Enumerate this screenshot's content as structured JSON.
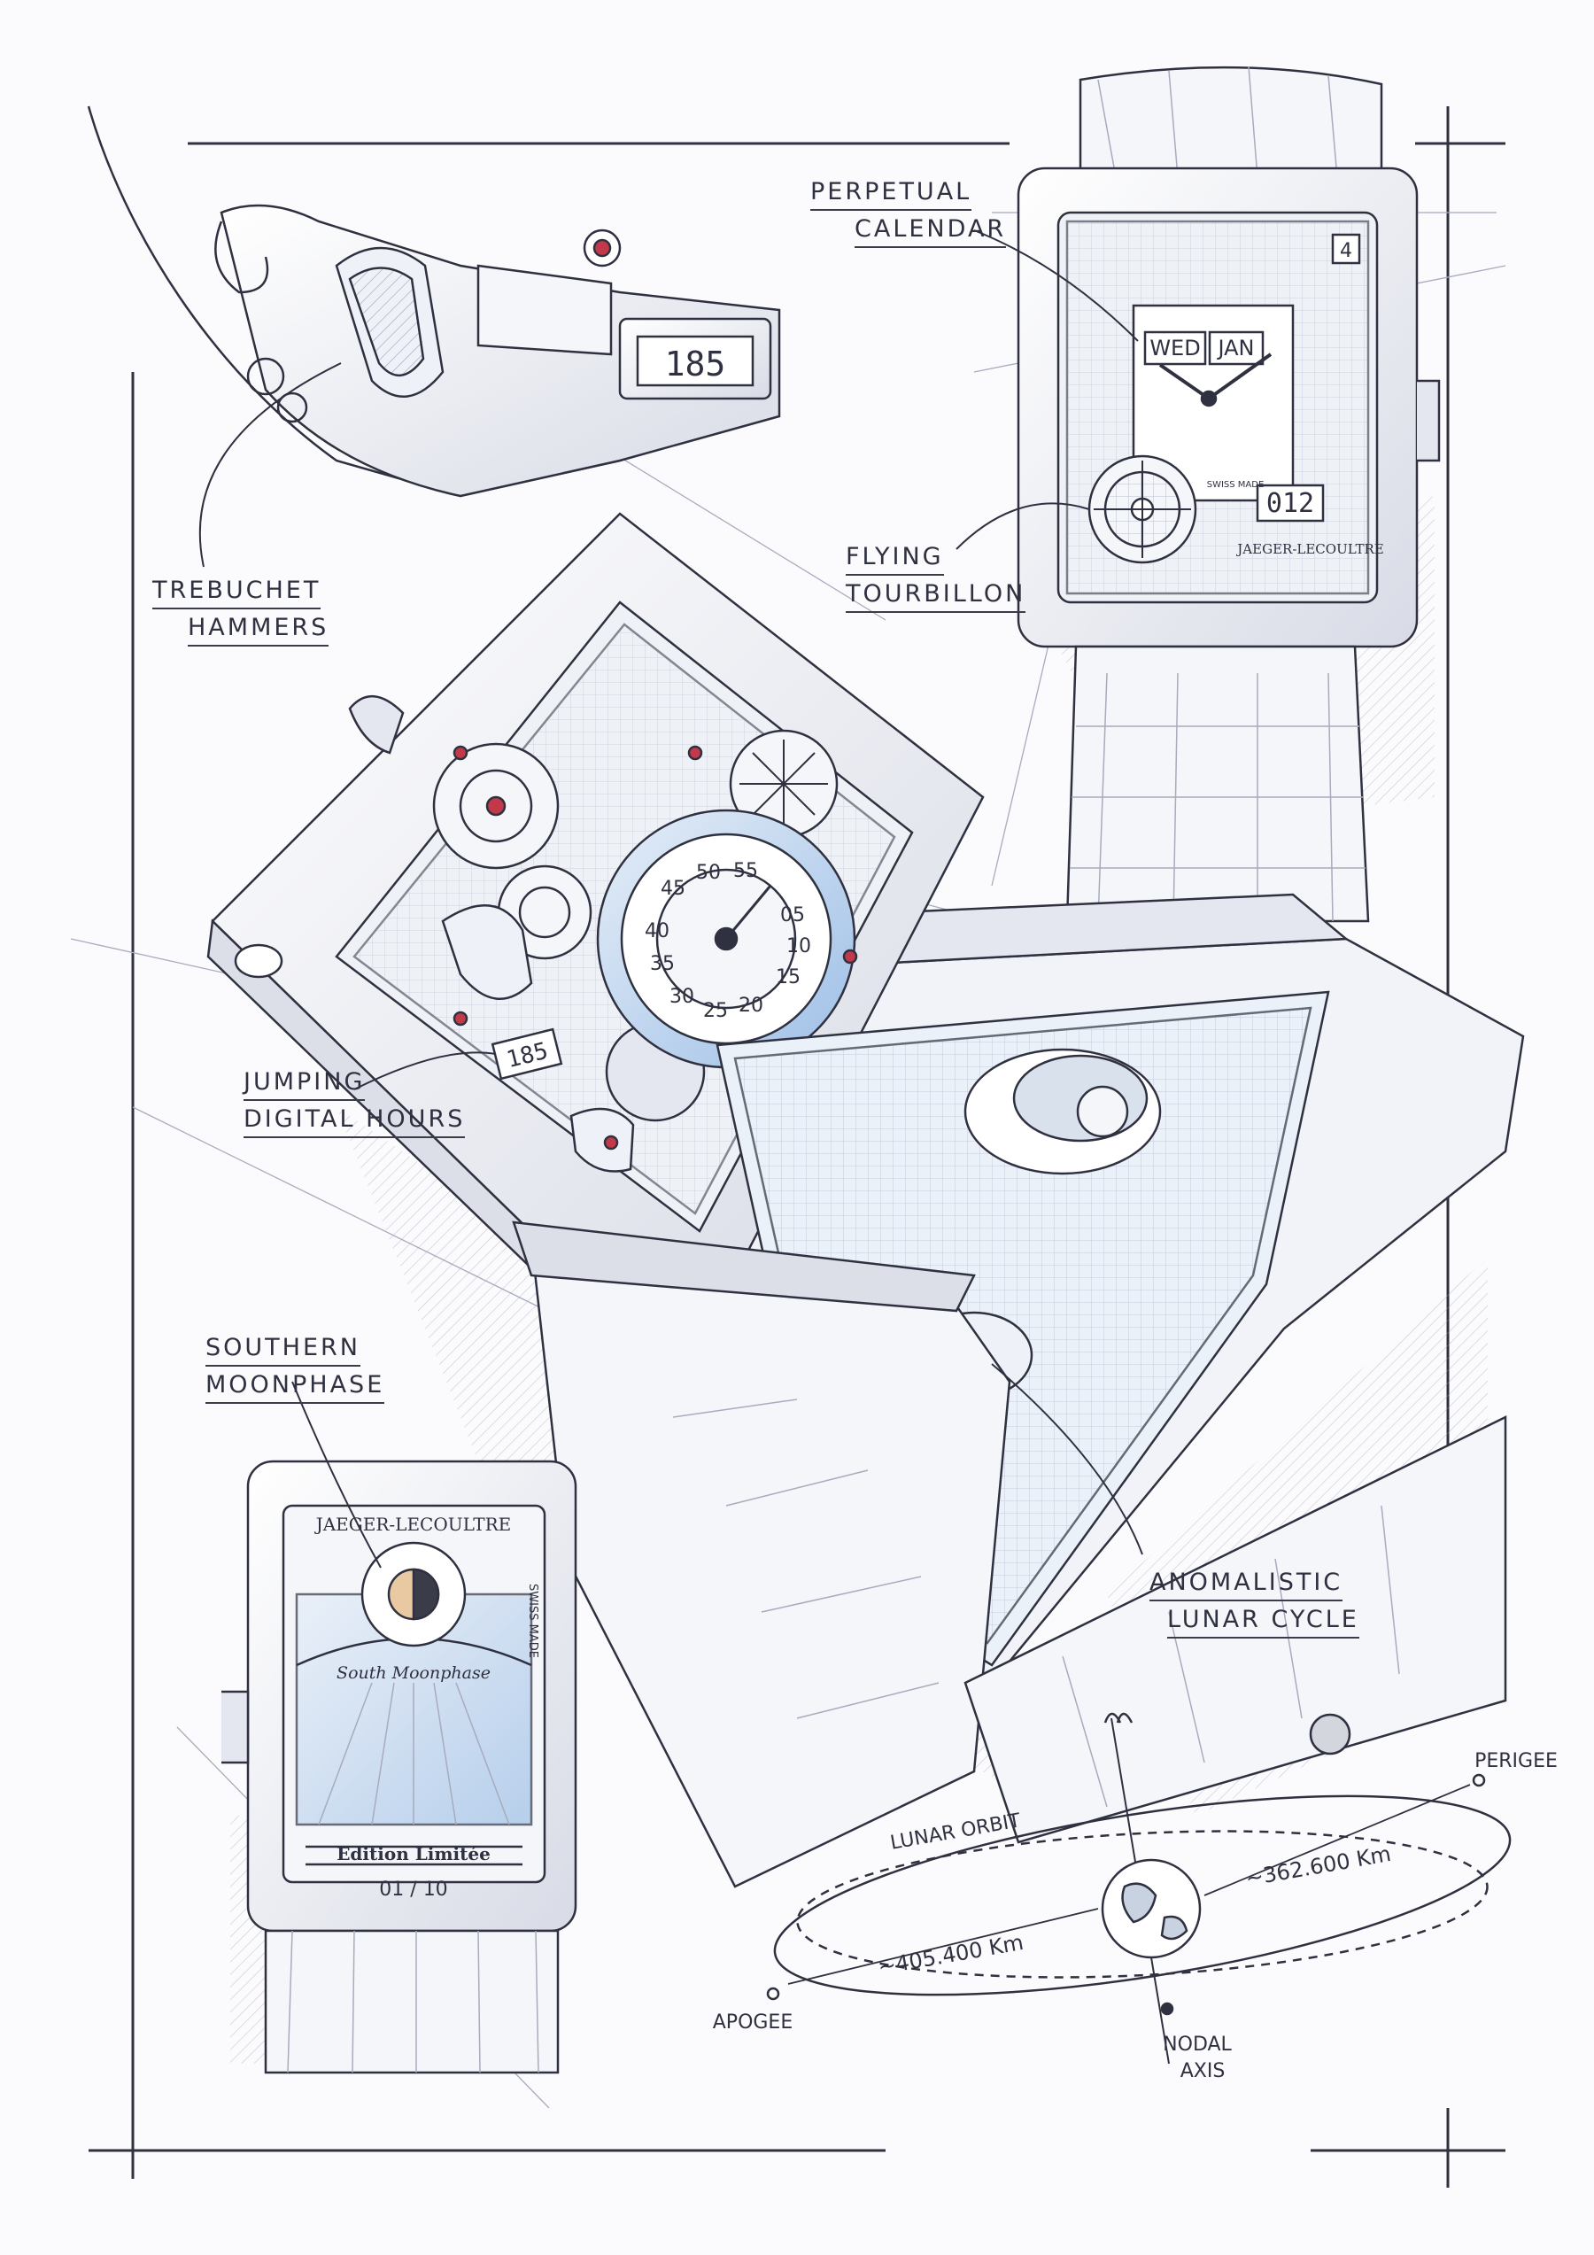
{
  "labels": {
    "perpetual_calendar": [
      "PERPETUAL",
      "CALENDAR"
    ],
    "flying_tourbillon": [
      "FLYING",
      "TOURBILLON"
    ],
    "trebuchet_hammers": [
      "TREBUCHET",
      "HAMMERS"
    ],
    "jumping_digital_hours": [
      "JUMPING",
      "DIGITAL HOURS"
    ],
    "southern_moonphase": [
      "SOUTHERN",
      "MOONPHASE"
    ],
    "anomalistic_lunar_cycle": [
      "ANOMALISTIC",
      "LUNAR CYCLE"
    ]
  },
  "watch_top_right": {
    "day": "WED",
    "month": "JAN",
    "date": "4",
    "digital_hours": "012",
    "brand": "JAEGER-LECOULTRE",
    "swiss_made": "SWISS MADE"
  },
  "watch_center": {
    "hour_display": "185",
    "minute_numerals": [
      "45",
      "50",
      "55",
      "05",
      "10",
      "15",
      "20",
      "25",
      "30",
      "35",
      "40"
    ]
  },
  "watch_hammers": {
    "hour_display": "185"
  },
  "watch_bottom_left": {
    "brand": "JAEGER-LECOULTRE",
    "moonphase_text": "South Moonphase",
    "swiss_made": "SWISS MADE",
    "edition": "Edition Limitée",
    "number": "01 / 10"
  },
  "orbit_diagram": {
    "lunar_orbit": "LUNAR ORBIT",
    "perigee": "PERIGEE",
    "apogee": "APOGEE",
    "perigee_distance": "~362.600 Km",
    "apogee_distance": "~405.400 Km",
    "nodal_axis": [
      "NODAL",
      "AXIS"
    ]
  },
  "colors": {
    "ink": "#2f3140",
    "blue_accent": "#8fb4e0",
    "ruby": "#c23a4a",
    "paper": "#fbfbfd"
  }
}
